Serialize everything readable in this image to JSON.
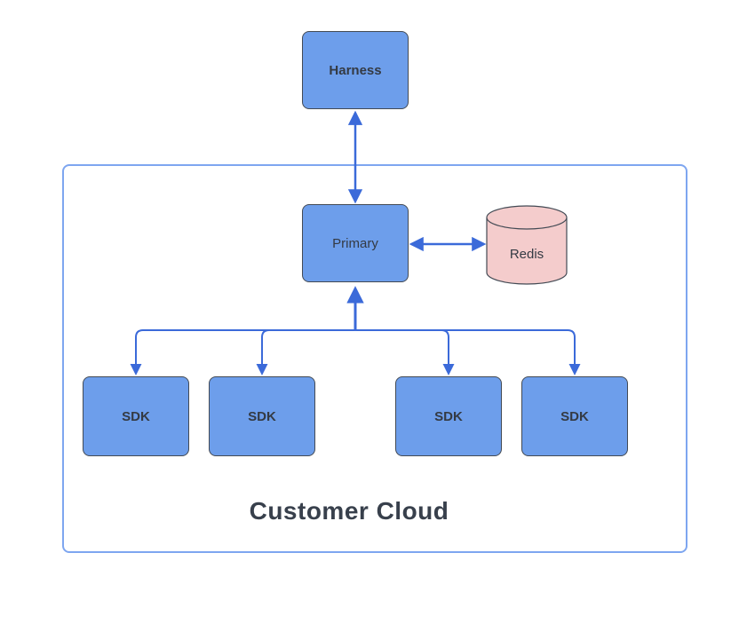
{
  "diagram": {
    "container": {
      "label": "Customer Cloud"
    },
    "nodes": {
      "harness": {
        "label": "Harness",
        "type": "rectangle"
      },
      "primary": {
        "label": "Primary",
        "type": "rectangle"
      },
      "redis": {
        "label": "Redis",
        "type": "cylinder"
      },
      "sdks": [
        {
          "label": "SDK"
        },
        {
          "label": "SDK"
        },
        {
          "label": "SDK"
        },
        {
          "label": "SDK"
        }
      ]
    },
    "edges": [
      {
        "from": "Harness",
        "to": "Primary",
        "style": "bidirectional"
      },
      {
        "from": "Primary",
        "to": "Redis",
        "style": "bidirectional"
      },
      {
        "from": "Primary",
        "to": "SDK-1",
        "style": "bidirectional-fanout"
      },
      {
        "from": "Primary",
        "to": "SDK-2",
        "style": "bidirectional-fanout"
      },
      {
        "from": "Primary",
        "to": "SDK-3",
        "style": "bidirectional-fanout"
      },
      {
        "from": "Primary",
        "to": "SDK-4",
        "style": "bidirectional-fanout"
      }
    ],
    "colors": {
      "node_fill": "#6d9eeb",
      "node_border": "#434a54",
      "node_text": "#343a43",
      "redis_fill": "#f4cccc",
      "container_border": "#7ea6f0",
      "container_label_text": "#38404c",
      "arrow": "#3b6ad9",
      "background": "#ffffff"
    }
  }
}
